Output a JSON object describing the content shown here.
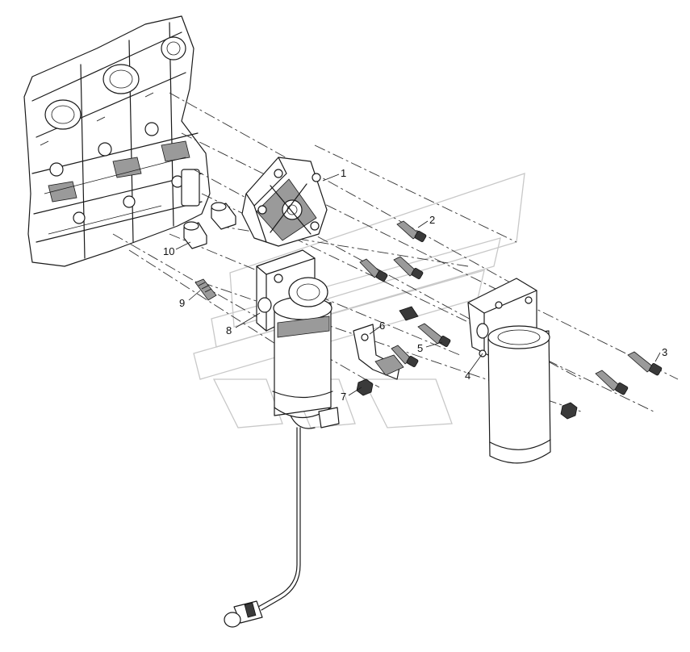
{
  "diagram": {
    "callouts": [
      {
        "id": "1",
        "label": "1"
      },
      {
        "id": "2",
        "label": "2"
      },
      {
        "id": "3",
        "label": "3"
      },
      {
        "id": "4",
        "label": "4"
      },
      {
        "id": "5",
        "label": "5"
      },
      {
        "id": "6",
        "label": "6"
      },
      {
        "id": "7",
        "label": "7"
      },
      {
        "id": "8",
        "label": "8"
      },
      {
        "id": "9",
        "label": "9"
      },
      {
        "id": "10",
        "label": "10"
      }
    ],
    "colors": {
      "line": "#1a1a1a",
      "shade": "#9a9a9a",
      "watermark": "#c8c8c8",
      "background": "#ffffff"
    }
  }
}
